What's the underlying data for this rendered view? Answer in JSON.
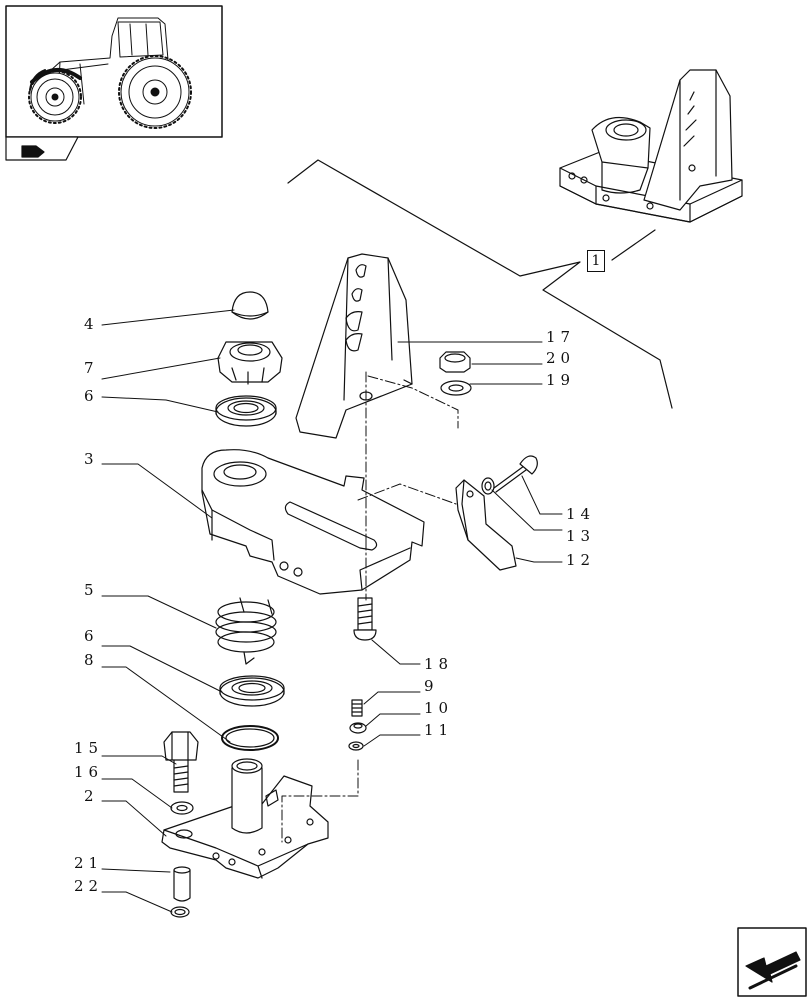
{
  "diagram": {
    "reference_label": "1",
    "callouts": [
      {
        "id": "c4",
        "text": "4"
      },
      {
        "id": "c7",
        "text": "7"
      },
      {
        "id": "c6a",
        "text": "6"
      },
      {
        "id": "c3",
        "text": "3"
      },
      {
        "id": "c5",
        "text": "5"
      },
      {
        "id": "c6b",
        "text": "6"
      },
      {
        "id": "c8",
        "text": "8"
      },
      {
        "id": "c15",
        "text": "15"
      },
      {
        "id": "c16",
        "text": "16"
      },
      {
        "id": "c2",
        "text": "2"
      },
      {
        "id": "c21",
        "text": "21"
      },
      {
        "id": "c22",
        "text": "22"
      },
      {
        "id": "c17",
        "text": "17"
      },
      {
        "id": "c20",
        "text": "20"
      },
      {
        "id": "c19",
        "text": "19"
      },
      {
        "id": "c14",
        "text": "14"
      },
      {
        "id": "c13",
        "text": "13"
      },
      {
        "id": "c12",
        "text": "12"
      },
      {
        "id": "c18",
        "text": "18"
      },
      {
        "id": "c9",
        "text": "9"
      },
      {
        "id": "c10",
        "text": "10"
      },
      {
        "id": "c11",
        "text": "11"
      }
    ]
  }
}
